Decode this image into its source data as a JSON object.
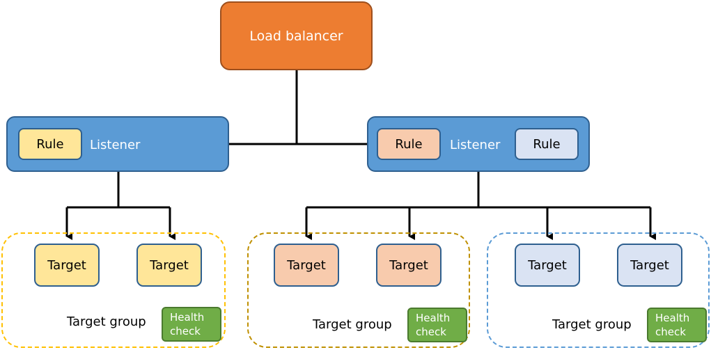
{
  "load_balancer": {
    "label": "Load balancer"
  },
  "listeners": [
    {
      "label": "Listener",
      "rules": [
        {
          "label": "Rule"
        }
      ]
    },
    {
      "label": "Listener",
      "rules": [
        {
          "label": "Rule"
        },
        {
          "label": "Rule"
        }
      ]
    }
  ],
  "target_groups": [
    {
      "label": "Target group",
      "targets": [
        "Target",
        "Target"
      ],
      "health_check": [
        "Health",
        "check"
      ]
    },
    {
      "label": "Target group",
      "targets": [
        "Target",
        "Target"
      ],
      "health_check": [
        "Health",
        "check"
      ]
    },
    {
      "label": "Target group",
      "targets": [
        "Target",
        "Target"
      ],
      "health_check": [
        "Health",
        "check"
      ]
    }
  ],
  "colors": {
    "load_balancer": "#ed7d31",
    "listener": "#5b9bd5",
    "group_yellow": "#ffe699",
    "group_orange": "#f8cbad",
    "group_blue": "#dae3f3",
    "health_check": "#70ad47"
  }
}
